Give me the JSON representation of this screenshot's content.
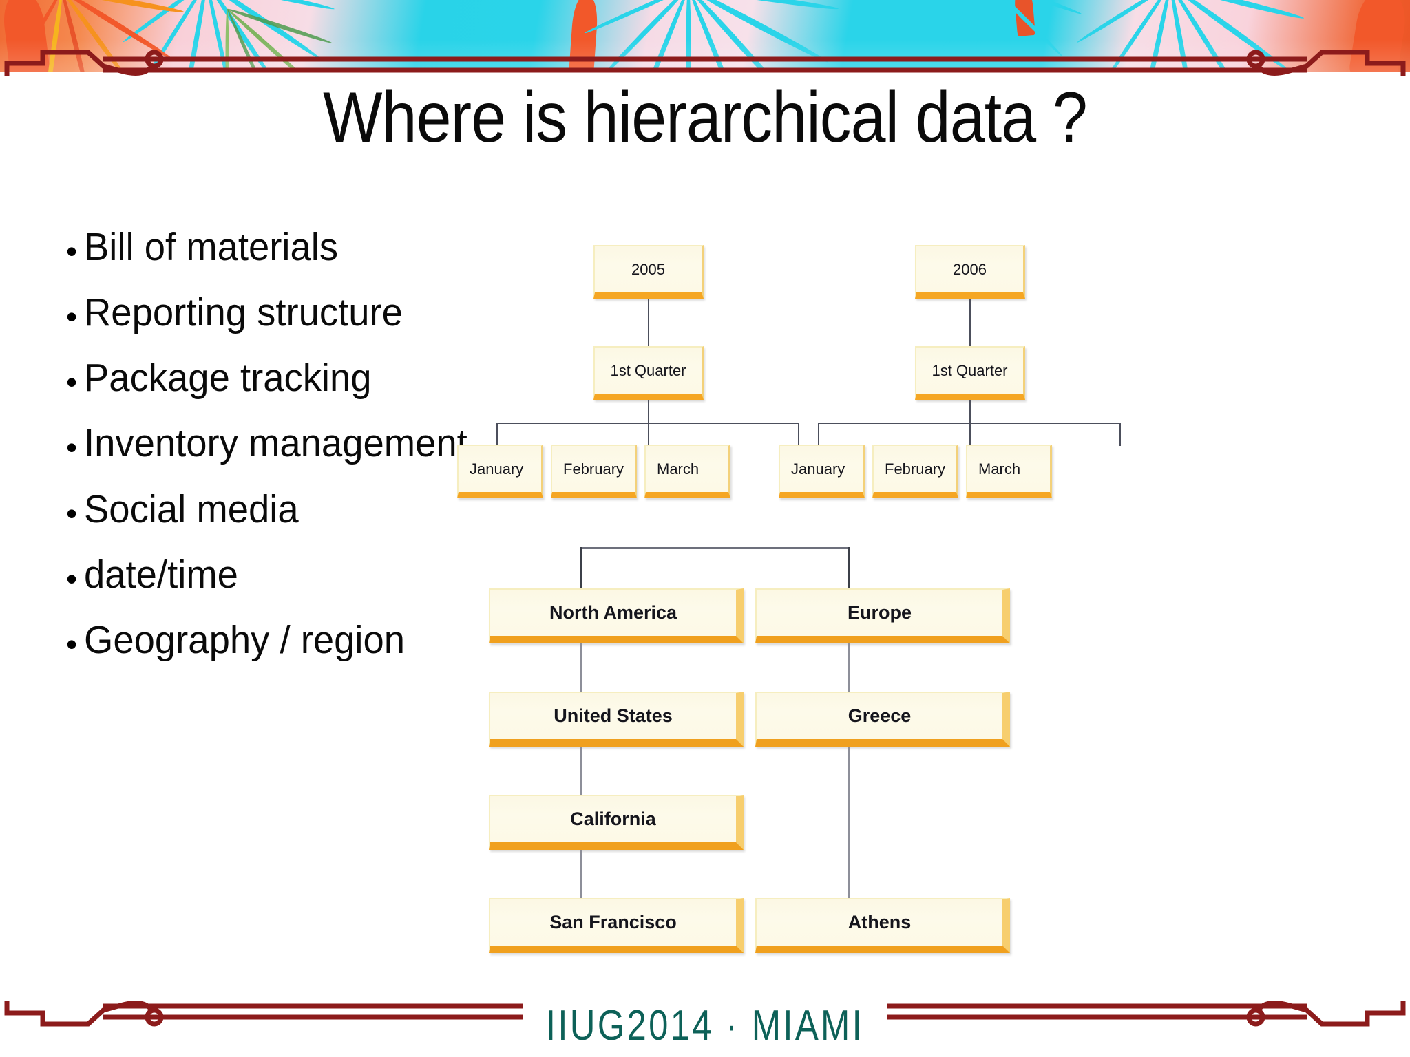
{
  "slide": {
    "title": "Where is hierarchical data ?",
    "footer_logo": "IIUG2014 · MIAMI",
    "colors": {
      "banner_cyan": "#2ad4e9",
      "banner_orange": "#f2582a",
      "banner_pink": "#f7dde6",
      "deco_red": "#8c1b1b",
      "logo_teal": "#0d6158",
      "node_fill": "#fdf9e6",
      "node_accent": "#f5a623",
      "connector": "#4c4f5c",
      "title_text": "#0a0a0a"
    }
  },
  "bullets": [
    {
      "marker": "•",
      "label": "Bill of materials"
    },
    {
      "marker": "•",
      "label": "Reporting structure"
    },
    {
      "marker": "•",
      "label": "Package tracking"
    },
    {
      "marker": "•",
      "label": "Inventory management"
    },
    {
      "marker": "•",
      "label": "Social media"
    },
    {
      "marker": "•",
      "label": "date/time"
    },
    {
      "marker": "•",
      "label": "Geography / region"
    }
  ],
  "diagrams": {
    "year_trees": [
      {
        "root": "2005",
        "quarter": "1st Quarter",
        "months": [
          "January",
          "February",
          "March"
        ]
      },
      {
        "root": "2006",
        "quarter": "1st Quarter",
        "months": [
          "January",
          "February",
          "March"
        ]
      }
    ],
    "geography_tree": {
      "branches": [
        {
          "nodes": [
            "North America",
            "United States",
            "California",
            "San Francisco"
          ]
        },
        {
          "nodes": [
            "Europe",
            "Greece",
            "Athens"
          ]
        }
      ]
    }
  }
}
